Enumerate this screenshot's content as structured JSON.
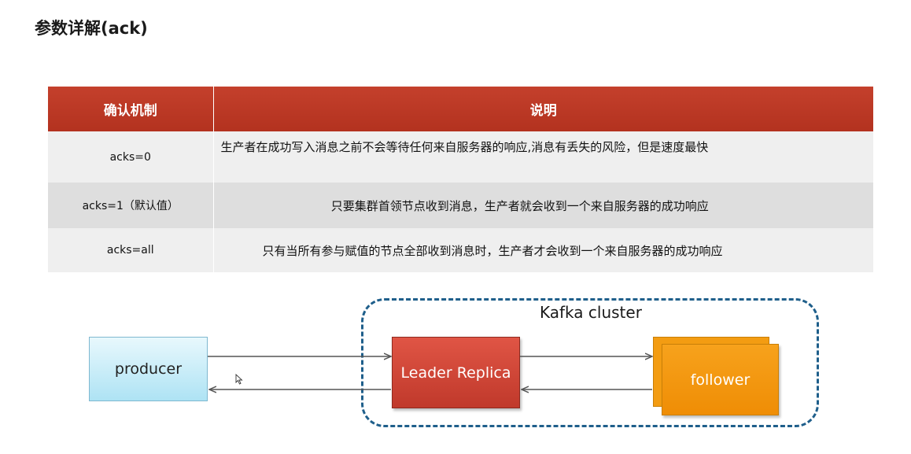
{
  "title": "参数详解(ack)",
  "table": {
    "headers": [
      "确认机制",
      "说明"
    ],
    "rows": [
      {
        "key": "acks=0",
        "desc": "生产者在成功写入消息之前不会等待任何来自服务器的响应,消息有丢失的风险，但是速度最快"
      },
      {
        "key": "acks=1（默认值）",
        "desc": "只要集群首领节点收到消息，生产者就会收到一个来自服务器的成功响应"
      },
      {
        "key": "acks=all",
        "desc": "只有当所有参与赋值的节点全部收到消息时，生产者才会收到一个来自服务器的成功响应"
      }
    ],
    "header_color": "#c0392b"
  },
  "diagram": {
    "cluster_label": "Kafka cluster",
    "producer_label": "producer",
    "leader_label": "Leader Replica",
    "follower_label": "follower",
    "colors": {
      "cluster_border": "#1f5f8b",
      "producer": "#aee3f4",
      "leader": "#c0392b",
      "follower": "#f39c12",
      "arrow": "#555555"
    }
  }
}
